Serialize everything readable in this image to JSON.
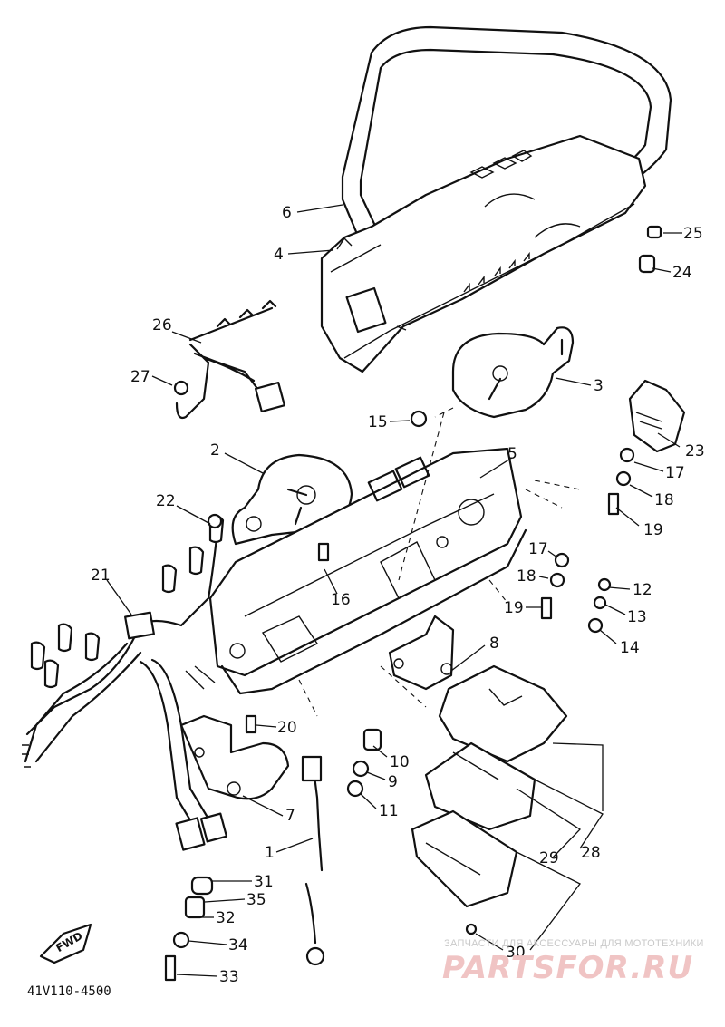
{
  "diagram": {
    "callouts": [
      {
        "id": "c1",
        "label": "1"
      },
      {
        "id": "c2",
        "label": "2"
      },
      {
        "id": "c3",
        "label": "3"
      },
      {
        "id": "c4",
        "label": "4"
      },
      {
        "id": "c5",
        "label": "5"
      },
      {
        "id": "c6",
        "label": "6"
      },
      {
        "id": "c7",
        "label": "7"
      },
      {
        "id": "c8",
        "label": "8"
      },
      {
        "id": "c9",
        "label": "9"
      },
      {
        "id": "c10",
        "label": "10"
      },
      {
        "id": "c11",
        "label": "11"
      },
      {
        "id": "c12",
        "label": "12"
      },
      {
        "id": "c13",
        "label": "13"
      },
      {
        "id": "c14",
        "label": "14"
      },
      {
        "id": "c15",
        "label": "15"
      },
      {
        "id": "c16",
        "label": "16"
      },
      {
        "id": "c17a",
        "label": "17"
      },
      {
        "id": "c17b",
        "label": "17"
      },
      {
        "id": "c18a",
        "label": "18"
      },
      {
        "id": "c18b",
        "label": "18"
      },
      {
        "id": "c19a",
        "label": "19"
      },
      {
        "id": "c19b",
        "label": "19"
      },
      {
        "id": "c20",
        "label": "20"
      },
      {
        "id": "c21",
        "label": "21"
      },
      {
        "id": "c22",
        "label": "22"
      },
      {
        "id": "c23",
        "label": "23"
      },
      {
        "id": "c24",
        "label": "24"
      },
      {
        "id": "c25",
        "label": "25"
      },
      {
        "id": "c26",
        "label": "26"
      },
      {
        "id": "c27",
        "label": "27"
      },
      {
        "id": "c28",
        "label": "28"
      },
      {
        "id": "c29",
        "label": "29"
      },
      {
        "id": "c30",
        "label": "30"
      },
      {
        "id": "c31",
        "label": "31"
      },
      {
        "id": "c32",
        "label": "32"
      },
      {
        "id": "c33",
        "label": "33"
      },
      {
        "id": "c34",
        "label": "34"
      },
      {
        "id": "c35",
        "label": "35"
      }
    ],
    "fwd_label": "FWD",
    "diagram_code": "41V110-4500"
  },
  "watermark": {
    "caption": "ЗАПЧАСТИ ДЛЯ АКСЕССУАРЫ ДЛЯ МОТОТЕХНИКИ",
    "logo": "PARTSFOR.RU",
    "logo_color": "#f0c4c4"
  }
}
